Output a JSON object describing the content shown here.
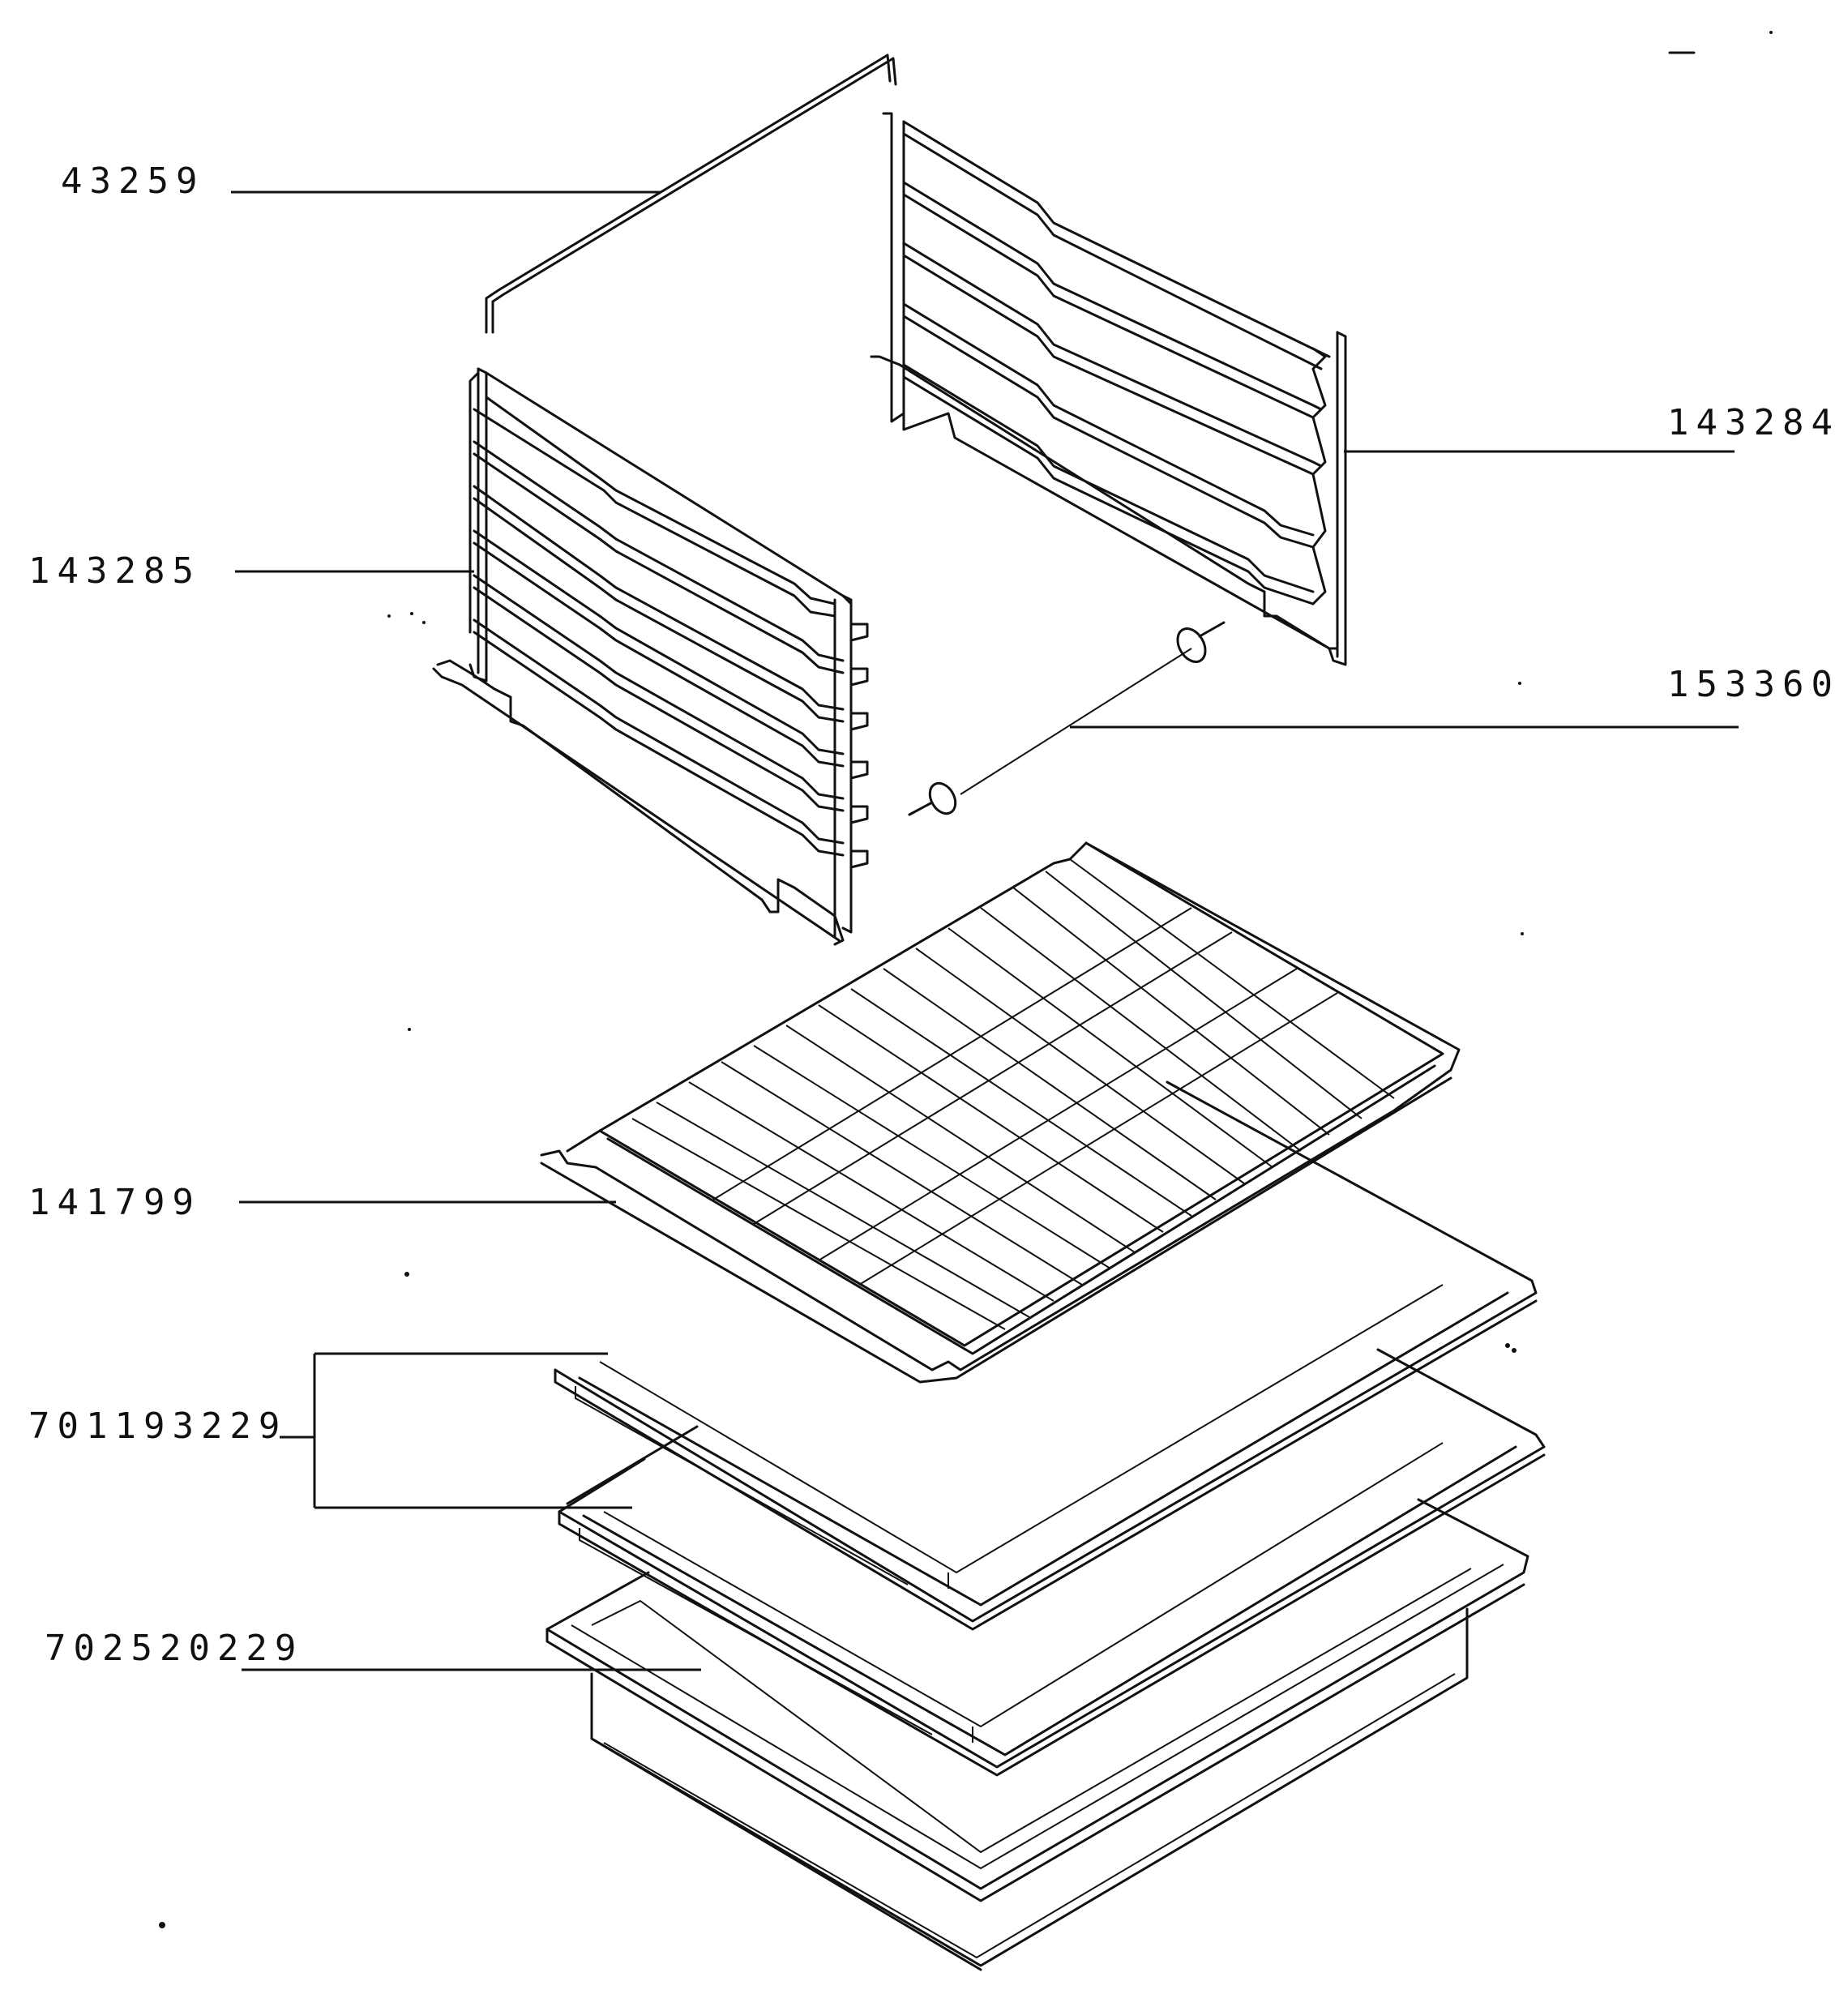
{
  "diagram": {
    "parts": [
      {
        "id": "wire-retainer",
        "number": "43259"
      },
      {
        "id": "right-shelf-support",
        "number": "143284"
      },
      {
        "id": "left-shelf-support",
        "number": "143285"
      },
      {
        "id": "fixing-screws",
        "number": "153360"
      },
      {
        "id": "oven-grid-shelf",
        "number": "141799"
      },
      {
        "id": "shallow-baking-trays",
        "number": "701193229"
      },
      {
        "id": "deep-roasting-pan",
        "number": "702520229"
      }
    ]
  },
  "colors": {
    "ink": "#111111",
    "paper": "#ffffff"
  }
}
